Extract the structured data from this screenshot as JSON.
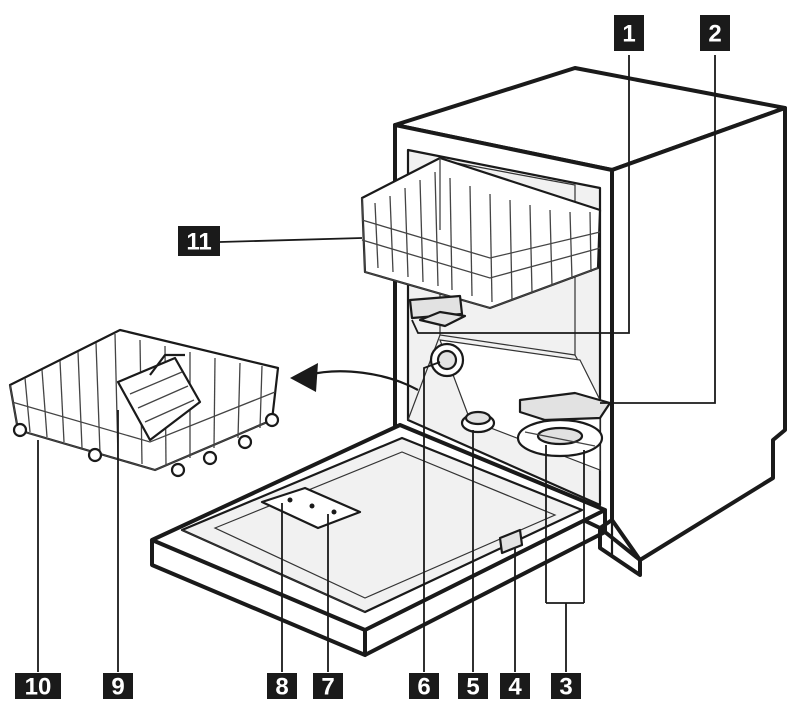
{
  "colors": {
    "label_bg": "#1a1a1a",
    "label_text": "#ffffff",
    "line": "#1a1a1a",
    "background": "#ffffff"
  },
  "labels": [
    {
      "id": "1",
      "text": "1"
    },
    {
      "id": "2",
      "text": "2"
    },
    {
      "id": "3",
      "text": "3"
    },
    {
      "id": "4",
      "text": "4"
    },
    {
      "id": "5",
      "text": "5"
    },
    {
      "id": "6",
      "text": "6"
    },
    {
      "id": "7",
      "text": "7"
    },
    {
      "id": "8",
      "text": "8"
    },
    {
      "id": "9",
      "text": "9"
    },
    {
      "id": "10",
      "text": "10"
    },
    {
      "id": "11",
      "text": "11"
    }
  ]
}
